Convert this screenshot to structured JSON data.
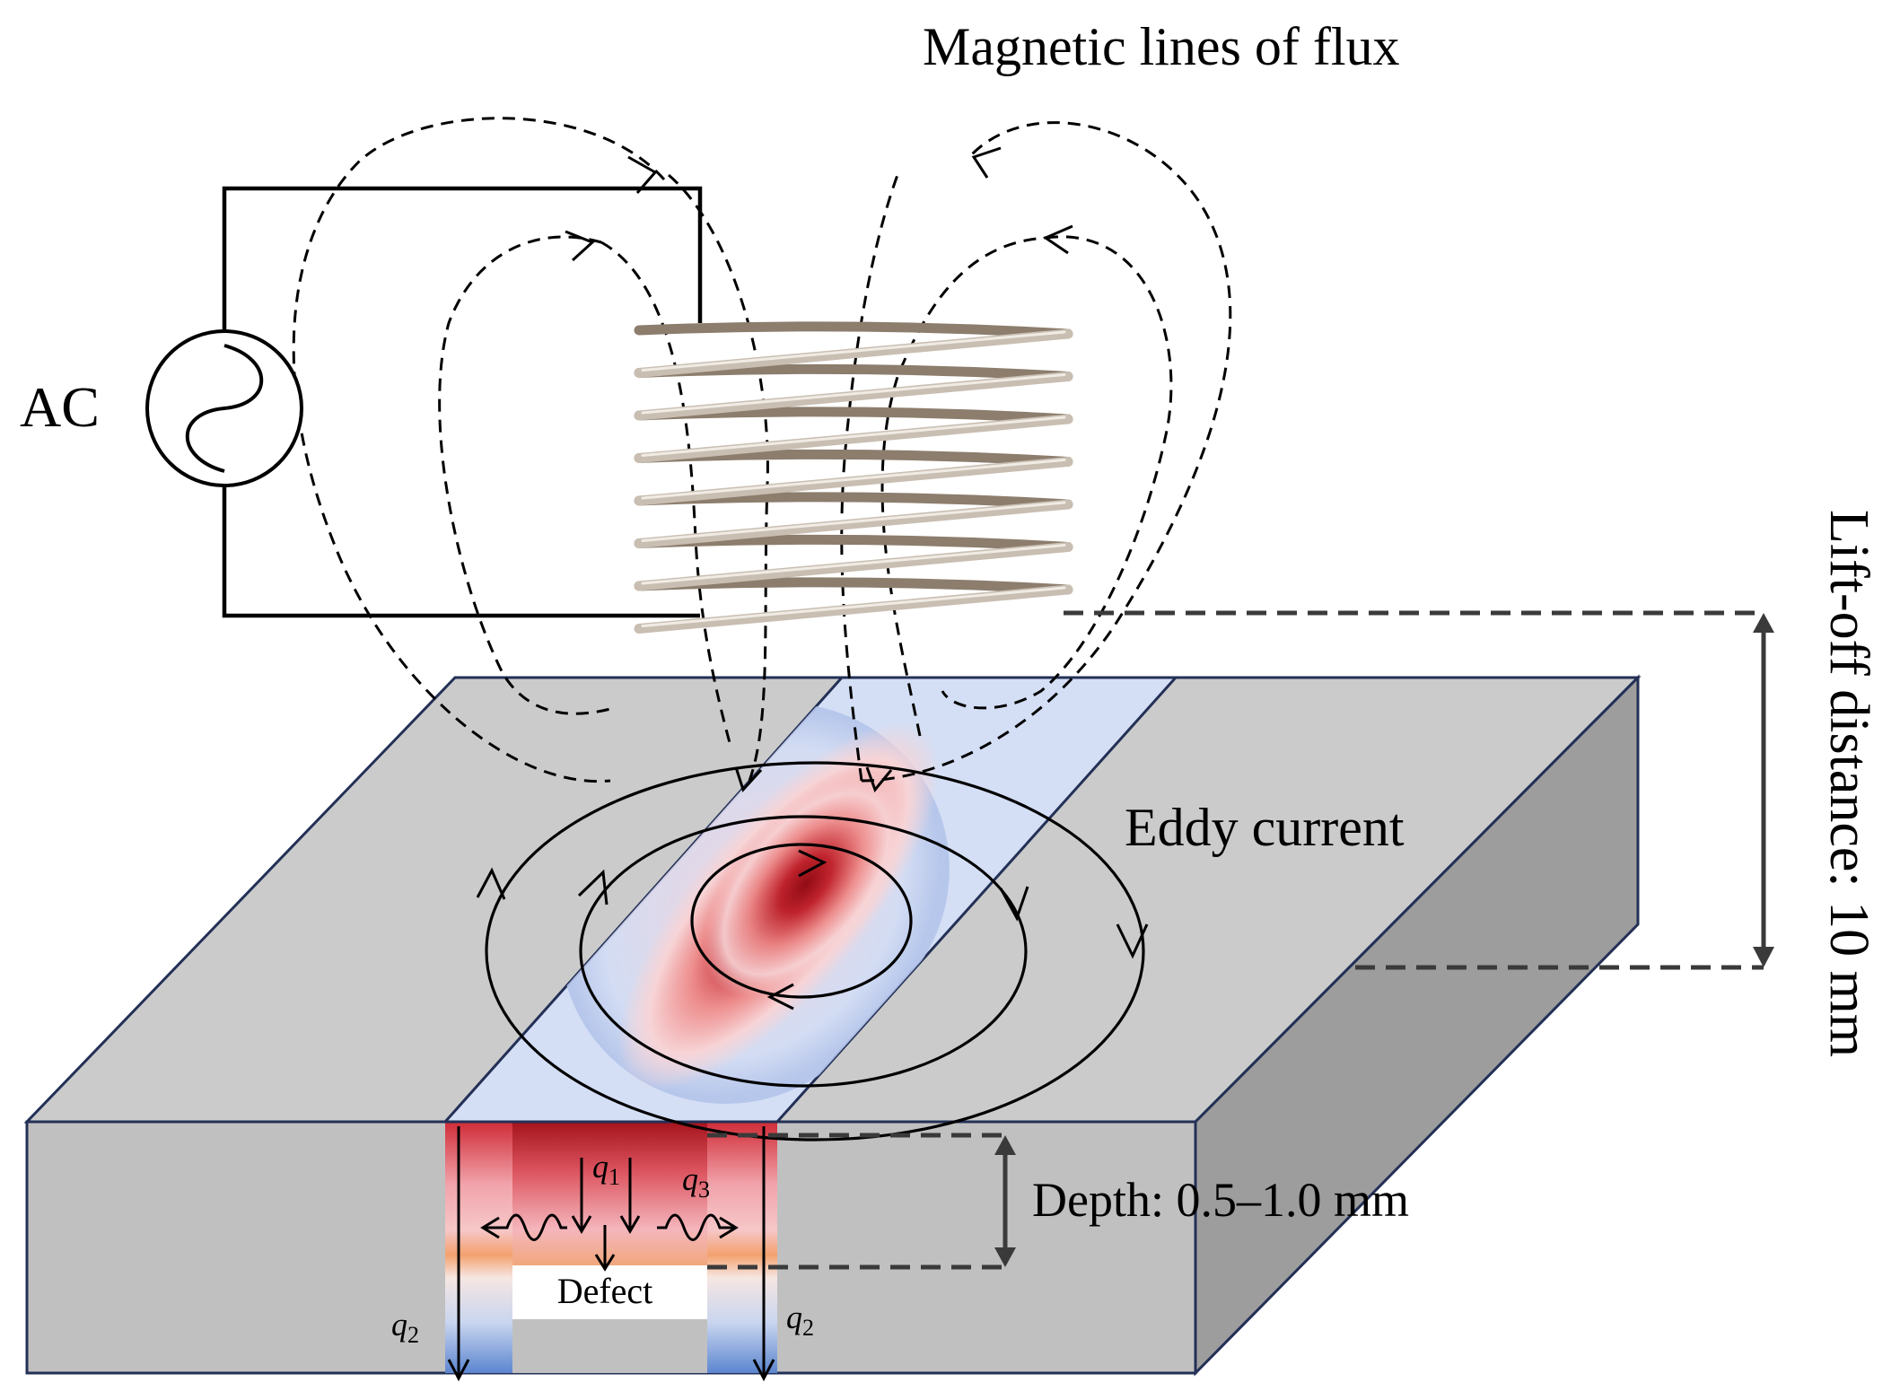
{
  "labels": {
    "flux": "Magnetic lines of flux",
    "source": "AC",
    "eddy": "Eddy current",
    "liftoff": "Lift-off distance: 10 mm",
    "depth": "Depth: 0.5–1.0 mm",
    "defect": "Defect"
  },
  "heat_flow": {
    "q1": {
      "symbol": "q",
      "subscript": "1"
    },
    "q2": {
      "symbol": "q",
      "subscript": "2"
    },
    "q3": {
      "symbol": "q",
      "subscript": "3"
    }
  },
  "colors": {
    "specimen_top": "#cbcbcb",
    "specimen_front": "#c0c0c0",
    "specimen_side": "#9d9d9d",
    "specimen_edge": "#233056",
    "groove": "#d4dff5",
    "heat_hot": "#9d1018",
    "heat_cold": "#6a93d6",
    "coil": "#c9beb2"
  }
}
